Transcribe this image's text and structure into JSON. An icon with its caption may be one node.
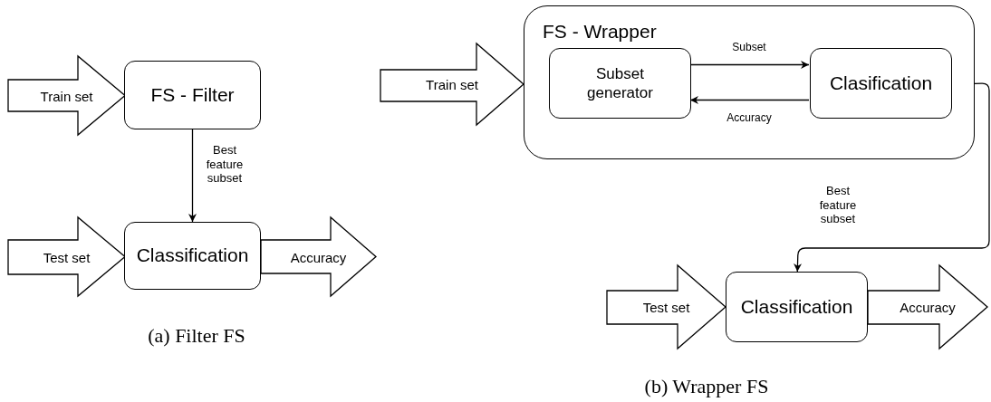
{
  "diagram": {
    "nodes": [
      {
        "text": [
          "Train set"
        ]
      },
      {
        "text": [
          "FS - Filter"
        ]
      },
      {
        "text": [
          "Test set"
        ]
      },
      {
        "text": [
          "Classification"
        ]
      },
      {
        "text": [
          "Accuracy"
        ]
      },
      {
        "text": [
          "FS - Wrapper"
        ]
      },
      {
        "text": [
          "Train set"
        ]
      },
      {
        "text": [
          "Subset generator"
        ],
        "in": 5
      },
      {
        "text": [
          "Clasification"
        ],
        "in": 5
      },
      {
        "text": [
          "Test set"
        ]
      },
      {
        "text": [
          "Classification"
        ]
      },
      {
        "text": [
          "Accuracy"
        ]
      }
    ],
    "edges": [
      {
        "from": 1,
        "to": 3,
        "arrow": "to",
        "label": "Best feature subset"
      },
      {
        "from": 7,
        "to": 8,
        "arrow": "to",
        "label": "Subset"
      },
      {
        "from": 8,
        "to": 7,
        "arrow": "to",
        "label": "Accuracy"
      },
      {
        "from": 5,
        "to": 10,
        "arrow": "to",
        "label": "Best feature subset"
      }
    ],
    "labels": [
      "(a) Filter FS",
      "(b) Wrapper FS"
    ]
  }
}
